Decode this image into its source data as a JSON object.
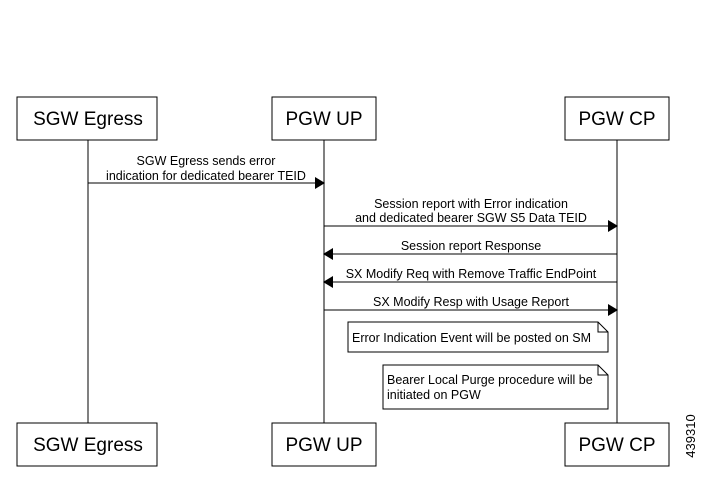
{
  "participants": {
    "sgw_egress": "SGW Egress",
    "pgw_up": "PGW UP",
    "pgw_cp": "PGW CP"
  },
  "messages": [
    {
      "lines": [
        "SGW Egress sends error",
        "indication for dedicated bearer TEID"
      ]
    },
    {
      "lines": [
        "Session report with Error indication",
        "and dedicated bearer SGW S5 Data TEID"
      ]
    },
    {
      "lines": [
        "Session report Response"
      ]
    },
    {
      "lines": [
        "SX Modify Req with Remove Traffic EndPoint"
      ]
    },
    {
      "lines": [
        "SX Modify Resp with Usage Report"
      ]
    }
  ],
  "notes": [
    {
      "lines": [
        "Error Indication Event will be posted on SM"
      ]
    },
    {
      "lines": [
        "Bearer Local Purge procedure will be",
        "initiated on PGW"
      ]
    }
  ],
  "figure_id": "439310"
}
